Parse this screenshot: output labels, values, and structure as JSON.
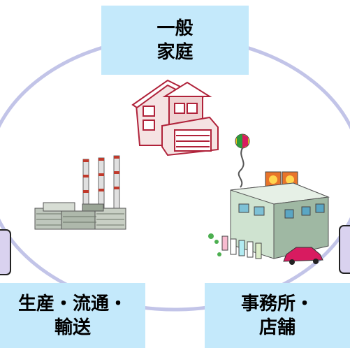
{
  "nodes": {
    "household": {
      "line1": "一般",
      "line2": "家庭"
    },
    "production": {
      "line1": "生産・流通・",
      "line2": "輸送"
    },
    "office": {
      "line1": "事務所・",
      "line2": "店舗"
    }
  },
  "icons": {
    "house": "house-icon",
    "factory": "factory-icon",
    "store": "store-icon"
  },
  "colors": {
    "box_fill": "#c4e9fb",
    "ring": "#c2c4e8",
    "tab_fill": "#d9d2ef"
  }
}
